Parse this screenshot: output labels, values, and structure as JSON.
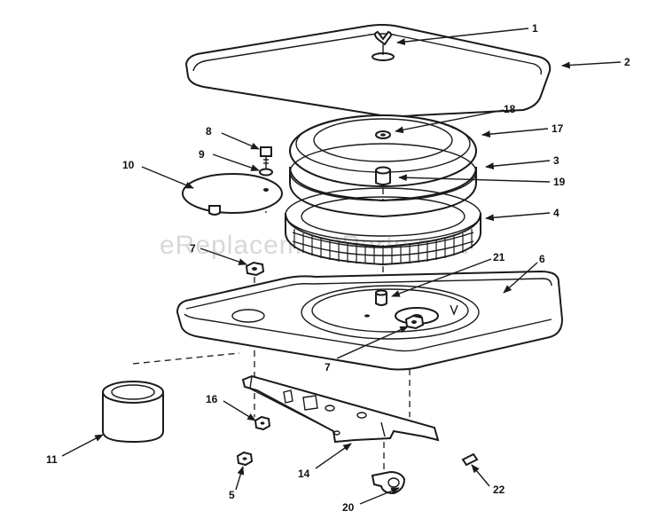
{
  "watermark": "eReplacementParts.com",
  "callouts": [
    "1",
    "2",
    "3",
    "4",
    "5",
    "6",
    "7",
    "7",
    "8",
    "9",
    "10",
    "11",
    "14",
    "16",
    "17",
    "18",
    "19",
    "20",
    "21",
    "22"
  ]
}
